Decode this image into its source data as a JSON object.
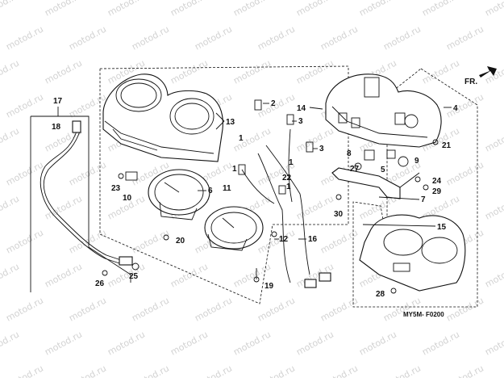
{
  "diagram": {
    "direction_label": "FR.",
    "figure_code": "MY5M- F0200",
    "watermark": "motod.ru",
    "callouts": [
      {
        "id": "c1",
        "text": "1"
      },
      {
        "id": "c2",
        "text": "2"
      },
      {
        "id": "c3a",
        "text": "3"
      },
      {
        "id": "c3b",
        "text": "3"
      },
      {
        "id": "c1b",
        "text": "1"
      },
      {
        "id": "c1c",
        "text": "1"
      },
      {
        "id": "c1d",
        "text": "1"
      },
      {
        "id": "c4",
        "text": "4"
      },
      {
        "id": "c6",
        "text": "6"
      },
      {
        "id": "c7",
        "text": "7"
      },
      {
        "id": "c8",
        "text": "8"
      },
      {
        "id": "c9",
        "text": "9"
      },
      {
        "id": "c5",
        "text": "5"
      },
      {
        "id": "c10",
        "text": "10"
      },
      {
        "id": "c11",
        "text": "11"
      },
      {
        "id": "c12",
        "text": "12"
      },
      {
        "id": "c13",
        "text": "13"
      },
      {
        "id": "c14",
        "text": "14"
      },
      {
        "id": "c15",
        "text": "15"
      },
      {
        "id": "c16",
        "text": "16"
      },
      {
        "id": "c17",
        "text": "17"
      },
      {
        "id": "c18",
        "text": "18"
      },
      {
        "id": "c19",
        "text": "19"
      },
      {
        "id": "c20",
        "text": "20"
      },
      {
        "id": "c21",
        "text": "21"
      },
      {
        "id": "c22",
        "text": "22"
      },
      {
        "id": "c23",
        "text": "23"
      },
      {
        "id": "c24",
        "text": "24"
      },
      {
        "id": "c25",
        "text": "25"
      },
      {
        "id": "c26",
        "text": "26"
      },
      {
        "id": "c27",
        "text": "27"
      },
      {
        "id": "c28",
        "text": "28"
      },
      {
        "id": "c29",
        "text": "29"
      },
      {
        "id": "c30",
        "text": "30"
      }
    ]
  }
}
